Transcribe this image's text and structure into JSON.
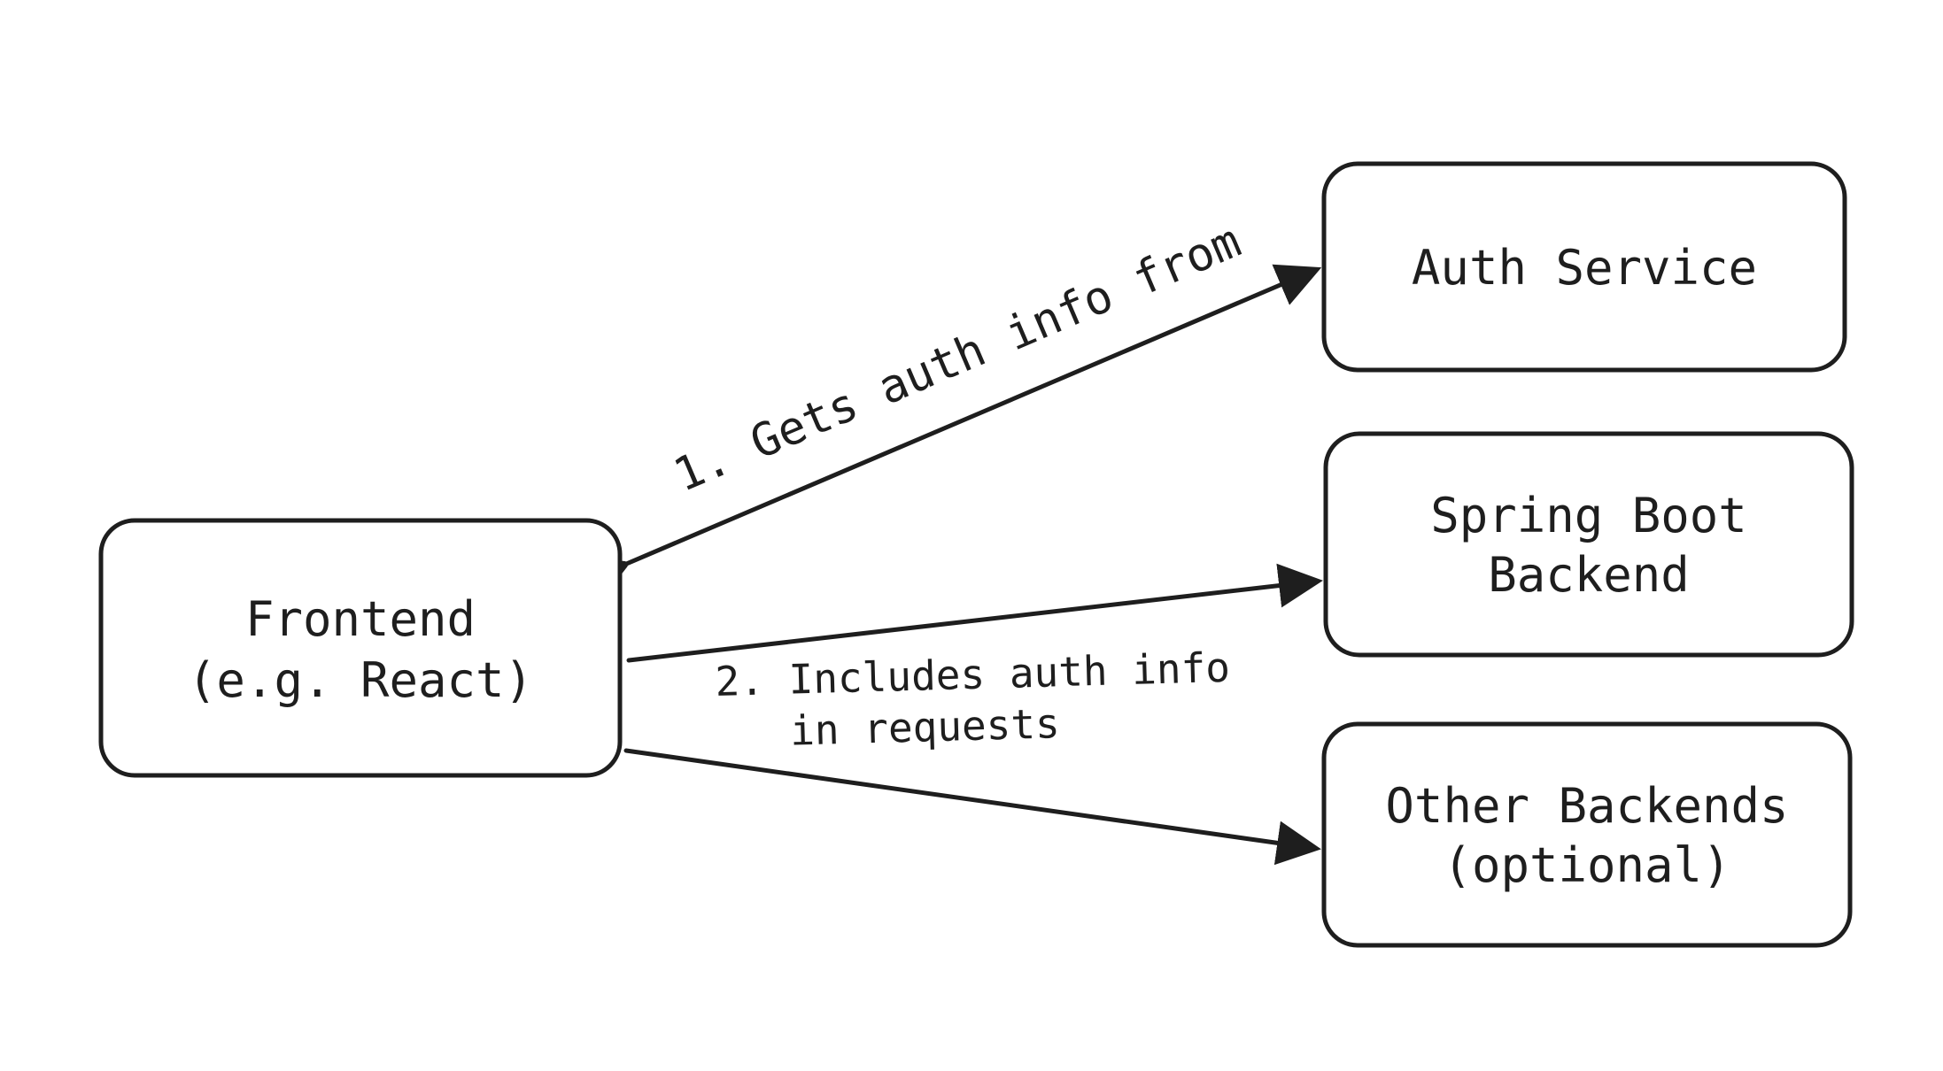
{
  "colors": {
    "stroke": "#1e1e1e",
    "background": "#ffffff"
  },
  "nodes": {
    "frontend": {
      "lines": [
        "Frontend",
        "(e.g. React)"
      ]
    },
    "auth_service": {
      "lines": [
        "Auth Service"
      ]
    },
    "spring_boot": {
      "lines": [
        "Spring Boot",
        "Backend"
      ]
    },
    "other_backends": {
      "lines": [
        "Other Backends",
        "(optional)"
      ]
    }
  },
  "edges": {
    "gets_auth": {
      "label": "1. Gets auth info from"
    },
    "includes_auth": {
      "lines": [
        "2. Includes auth info",
        "in requests"
      ]
    }
  }
}
